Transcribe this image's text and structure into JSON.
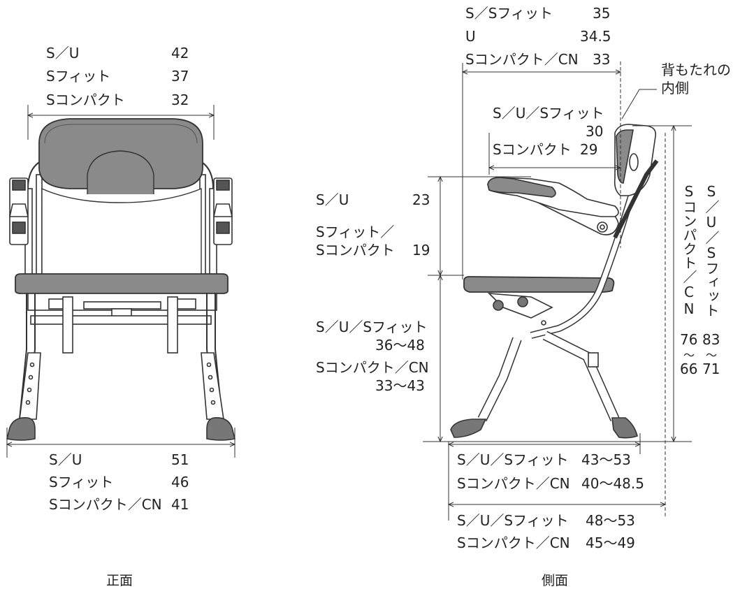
{
  "front": {
    "caption": "正面",
    "width": {
      "rows": [
        {
          "label": "S／U",
          "value": "42"
        },
        {
          "label": "Sフィット",
          "value": "37"
        },
        {
          "label": "Sコンパクト",
          "value": "32"
        }
      ]
    },
    "base": {
      "rows": [
        {
          "label": "S／U",
          "value": "51"
        },
        {
          "label": "Sフィット",
          "value": "46"
        },
        {
          "label": "Sコンパクト／CN",
          "value": "41"
        }
      ]
    }
  },
  "side": {
    "caption": "側面",
    "seat_depth": {
      "rows": [
        {
          "label": "S／Sフィット",
          "value": "35"
        },
        {
          "label": "U",
          "value": "34.5"
        },
        {
          "label": "Sコンパクト／CN",
          "value": "33"
        }
      ]
    },
    "backrest_note": {
      "line1": "背もたれの",
      "line2": "内側"
    },
    "armrest_depth": {
      "label1": "S／U／Sフィット",
      "value1": "30",
      "label2": "Sコンパクト",
      "value2": "29"
    },
    "armrest_height": {
      "label1": "S／U",
      "value1": "23",
      "label2a": "Sフィット／",
      "label2b": "Sコンパクト",
      "value2": "19"
    },
    "seat_height": {
      "label1": "S／U／Sフィット",
      "value1": "36〜48",
      "label2": "Sコンパクト／CN",
      "value2": "33〜43"
    },
    "total_height": {
      "col1": "Sコンパクト／CN",
      "col1_value_top": "76",
      "col1_value_bottom": "66",
      "col2": "S／U／Sフィット",
      "col2_value_top": "83",
      "col2_value_bottom": "71",
      "range_mark": "〜"
    },
    "base_depth": {
      "rows": [
        {
          "label": "S／U／Sフィット",
          "value": "43〜53"
        },
        {
          "label": "Sコンパクト／CN",
          "value": "40〜48.5"
        }
      ]
    },
    "overall_depth": {
      "rows": [
        {
          "label": "S／U／Sフィット",
          "value": "48〜53"
        },
        {
          "label": "Sコンパクト／CN",
          "value": "45〜49"
        }
      ]
    }
  },
  "colors": {
    "line": "#333333",
    "cushion": "#8a8a8a",
    "cushion_dark": "#6f6f6f",
    "frame": "#ffffff"
  }
}
